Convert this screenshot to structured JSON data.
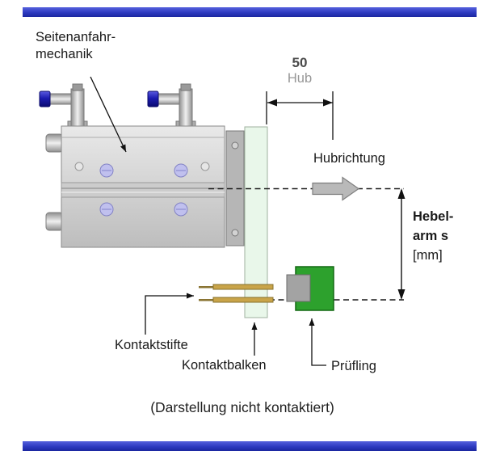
{
  "labels": {
    "mechanism_line1": "Seitenanfahr-",
    "mechanism_line2": "mechanik",
    "stroke_value": "50",
    "stroke_unit": "Hub",
    "stroke_direction": "Hubrichtung",
    "lever_line1": "Hebel-",
    "lever_line2": "arm s",
    "lever_line3": "[mm]",
    "contact_pins": "Kontaktstifte",
    "contact_bar": "Kontaktbalken",
    "dut": "Prüfling",
    "caption": "(Darstellung nicht kontaktiert)"
  },
  "colors": {
    "accent_bar_blue": "#2d3ac0",
    "fitting_blue": "#1c1cb0",
    "contact_bar_green": "#e9f7ea",
    "dut_green": "#2da12d",
    "pin_gold": "#c9a449",
    "dim_gray": "#979797"
  }
}
